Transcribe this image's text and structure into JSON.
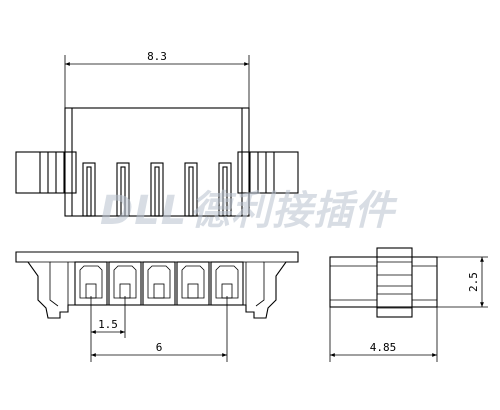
{
  "dimensions": {
    "top_width": "8.3",
    "pitch": "1.5",
    "total_span": "6",
    "side_width": "4.85",
    "side_height": "2.5"
  },
  "watermark": {
    "brand": "DLL",
    "company": "德利接插件"
  },
  "colors": {
    "line": "#000000",
    "watermark": "#b9c3cf"
  }
}
